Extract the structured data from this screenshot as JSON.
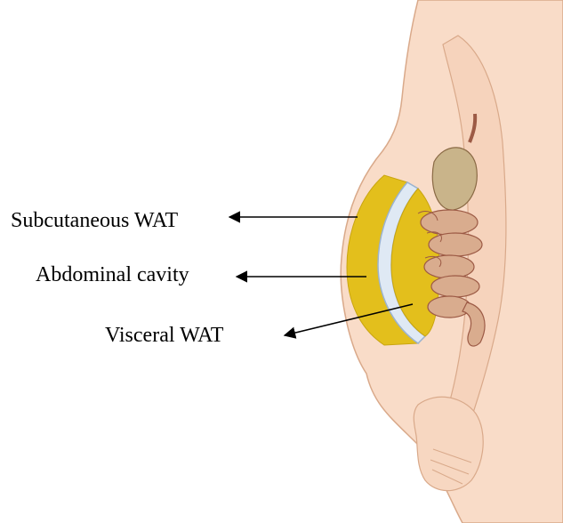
{
  "labels": {
    "subcutaneous": "Subcutaneous WAT",
    "cavity": "Abdominal cavity",
    "visceral": "Visceral WAT"
  },
  "colors": {
    "skin": "#f9dcc8",
    "skin_outline": "#d9a98a",
    "fat": "#e3bf1c",
    "cavity": "#dfe9f4",
    "cavity_outline": "#9bb3d0",
    "intestine": "#d9ac8e",
    "organ_dark": "#9c5a45",
    "stomach": "#c9b48a",
    "arrow": "#000000"
  }
}
